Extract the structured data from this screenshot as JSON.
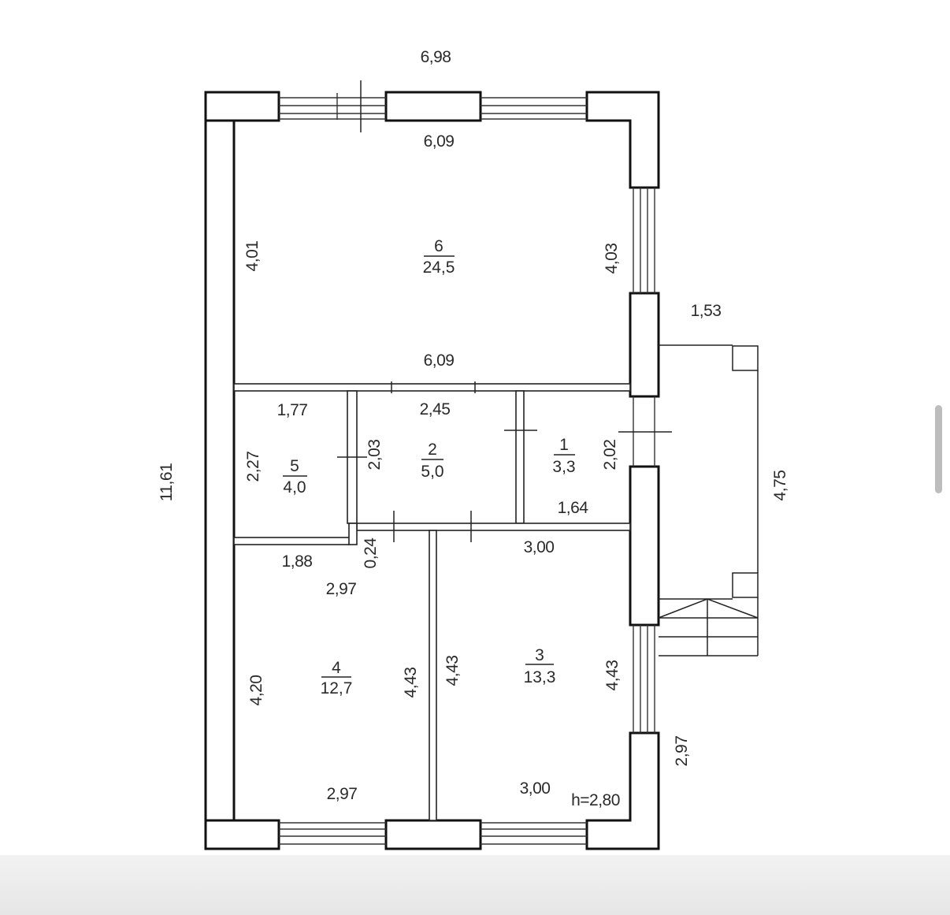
{
  "dimensions": {
    "outer_width": "6,98",
    "top_inner": "6,09",
    "mid_width": "6,09",
    "left_total": "11,61",
    "room6_left": "4,01",
    "room6_right": "4,03",
    "porch_width": "1,53",
    "porch_length": "4,75",
    "room5_top": "1,77",
    "room5_side": "2,27",
    "room5_bottom": "1,88",
    "room2_top": "2,45",
    "room2_side": "2,03",
    "room1_side": "2,02",
    "room1_bottom": "1,64",
    "corridor": "0,24",
    "room4_top": "2,97",
    "room4_bottom": "2,97",
    "room4_left": "4,20",
    "room4_right": "4,43",
    "room3_top": "3,00",
    "room3_bottom": "3,00",
    "room3_left": "4,43",
    "room3_right": "4,43",
    "right_lower": "2,97",
    "height": "h=2,80"
  },
  "rooms": [
    {
      "number": "6",
      "area": "24,5"
    },
    {
      "number": "5",
      "area": "4,0"
    },
    {
      "number": "2",
      "area": "5,0"
    },
    {
      "number": "1",
      "area": "3,3"
    },
    {
      "number": "4",
      "area": "12,7"
    },
    {
      "number": "3",
      "area": "13,3"
    }
  ]
}
